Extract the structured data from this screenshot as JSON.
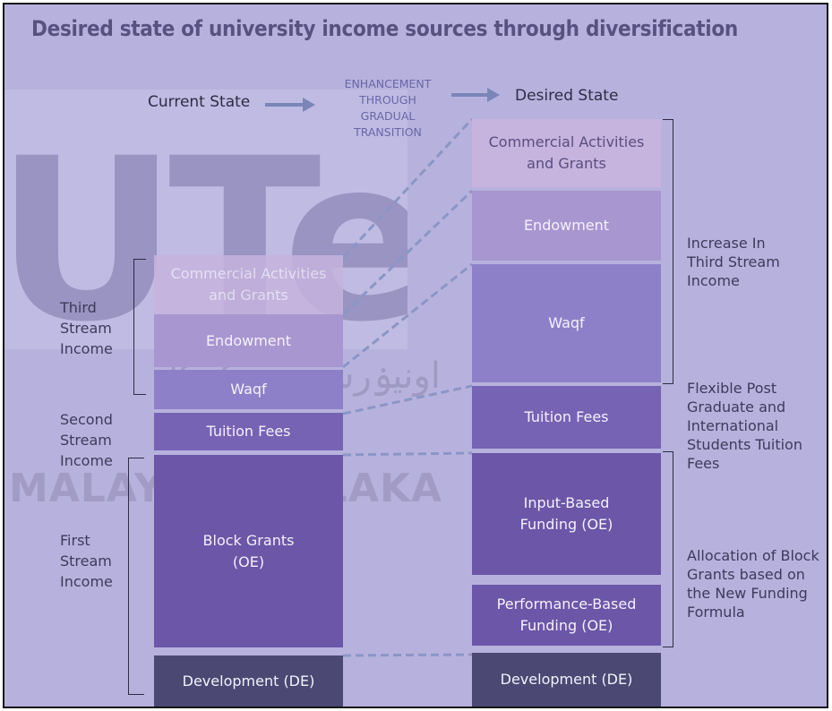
{
  "title": "Desired state of university income sources through diversification",
  "header": {
    "current_state": "Current State",
    "desired_state": "Desired State",
    "transition_lines": [
      "ENHANCEMENT",
      "THROUGH",
      "GRADUAL",
      "TRANSITION"
    ]
  },
  "watermark": {
    "logo": "UTeM",
    "jawi": "اونيۏرسيتي تيكنيكل",
    "text": "MALAYSIA MELAKA"
  },
  "current": {
    "blocks": [
      {
        "label": "Commercial Activities\nand Grants",
        "color": "#c6b3de"
      },
      {
        "label": "Endowment",
        "color": "#a896d0"
      },
      {
        "label": "Waqf",
        "color": "#8e80c8"
      },
      {
        "label": "Tuition Fees",
        "color": "#7663b4"
      },
      {
        "label": "Block Grants\n(OE)",
        "color": "#6b56a8"
      },
      {
        "label": "Development (DE)",
        "color": "#4b4973"
      }
    ],
    "streams": [
      {
        "label": "Third\nStream\nIncome"
      },
      {
        "label": "Second\nStream\nIncome"
      },
      {
        "label": "First\nStream\nIncome"
      }
    ]
  },
  "desired": {
    "blocks": [
      {
        "label": "Commercial Activities\nand Grants",
        "color": "#c6b3de"
      },
      {
        "label": "Endowment",
        "color": "#a896d0"
      },
      {
        "label": "Waqf",
        "color": "#8e80c8"
      },
      {
        "label": "Tuition Fees",
        "color": "#7663b4"
      },
      {
        "label": "Input-Based\nFunding (OE)",
        "color": "#6b56a8"
      },
      {
        "label": "Performance-Based\nFunding (OE)",
        "color": "#6b56a8"
      },
      {
        "label": "Development (DE)",
        "color": "#4b4973"
      }
    ],
    "notes": [
      {
        "label": "Increase In\nThird Stream\nIncome"
      },
      {
        "label": "Flexible Post\nGraduate and\nInternational\nStudents Tuition\nFees"
      },
      {
        "label": "Allocation of Block\nGrants based on\nthe New Funding\nFormula"
      }
    ]
  }
}
